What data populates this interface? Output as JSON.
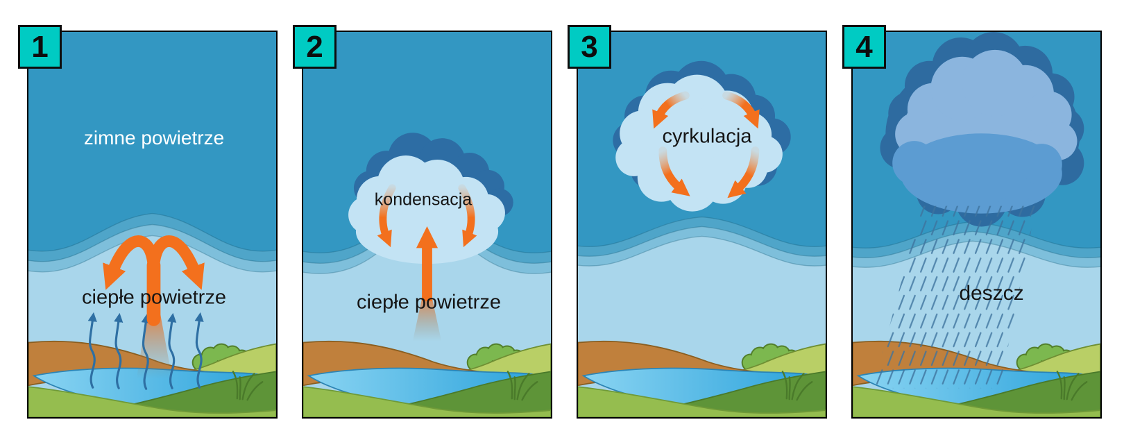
{
  "panels": [
    {
      "number": "1",
      "labels": {
        "cold_air": "zimne powietrze",
        "warm_air": "ciepłe powietrze"
      }
    },
    {
      "number": "2",
      "labels": {
        "condensation": "kondensacja",
        "warm_air": "ciepłe powietrze"
      }
    },
    {
      "number": "3",
      "labels": {
        "circulation": "cyrkulacja"
      }
    },
    {
      "number": "4",
      "labels": {
        "rain": "deszcz"
      }
    }
  ],
  "colors": {
    "badge_teal": "#00cbc3",
    "sky_cold_air": "#3397c2",
    "air_band_outer": "#4fa5c9",
    "air_band_inner": "#7ebfdb",
    "warm_air_light": "#a9d6eb",
    "arrow_orange": "#f3701d",
    "evaporation_arrow_blue": "#2e6fa3",
    "cloud_light": "#c3e3f4",
    "cloud_shadow": "#2d6da4",
    "rain_cloud_top": "#8bb5de",
    "rain_cloud_body": "#5c9cd2",
    "rain_streak": "#3e739d",
    "lake_left": "#8ad4f2",
    "lake_right": "#2ea4dc",
    "hill_brown": "#c0803c",
    "hill_yellow_green": "#b9cf66",
    "hill_dark_green": "#5e9438",
    "grass_front": "#95bd4f",
    "bush_green": "#7cb84f"
  }
}
